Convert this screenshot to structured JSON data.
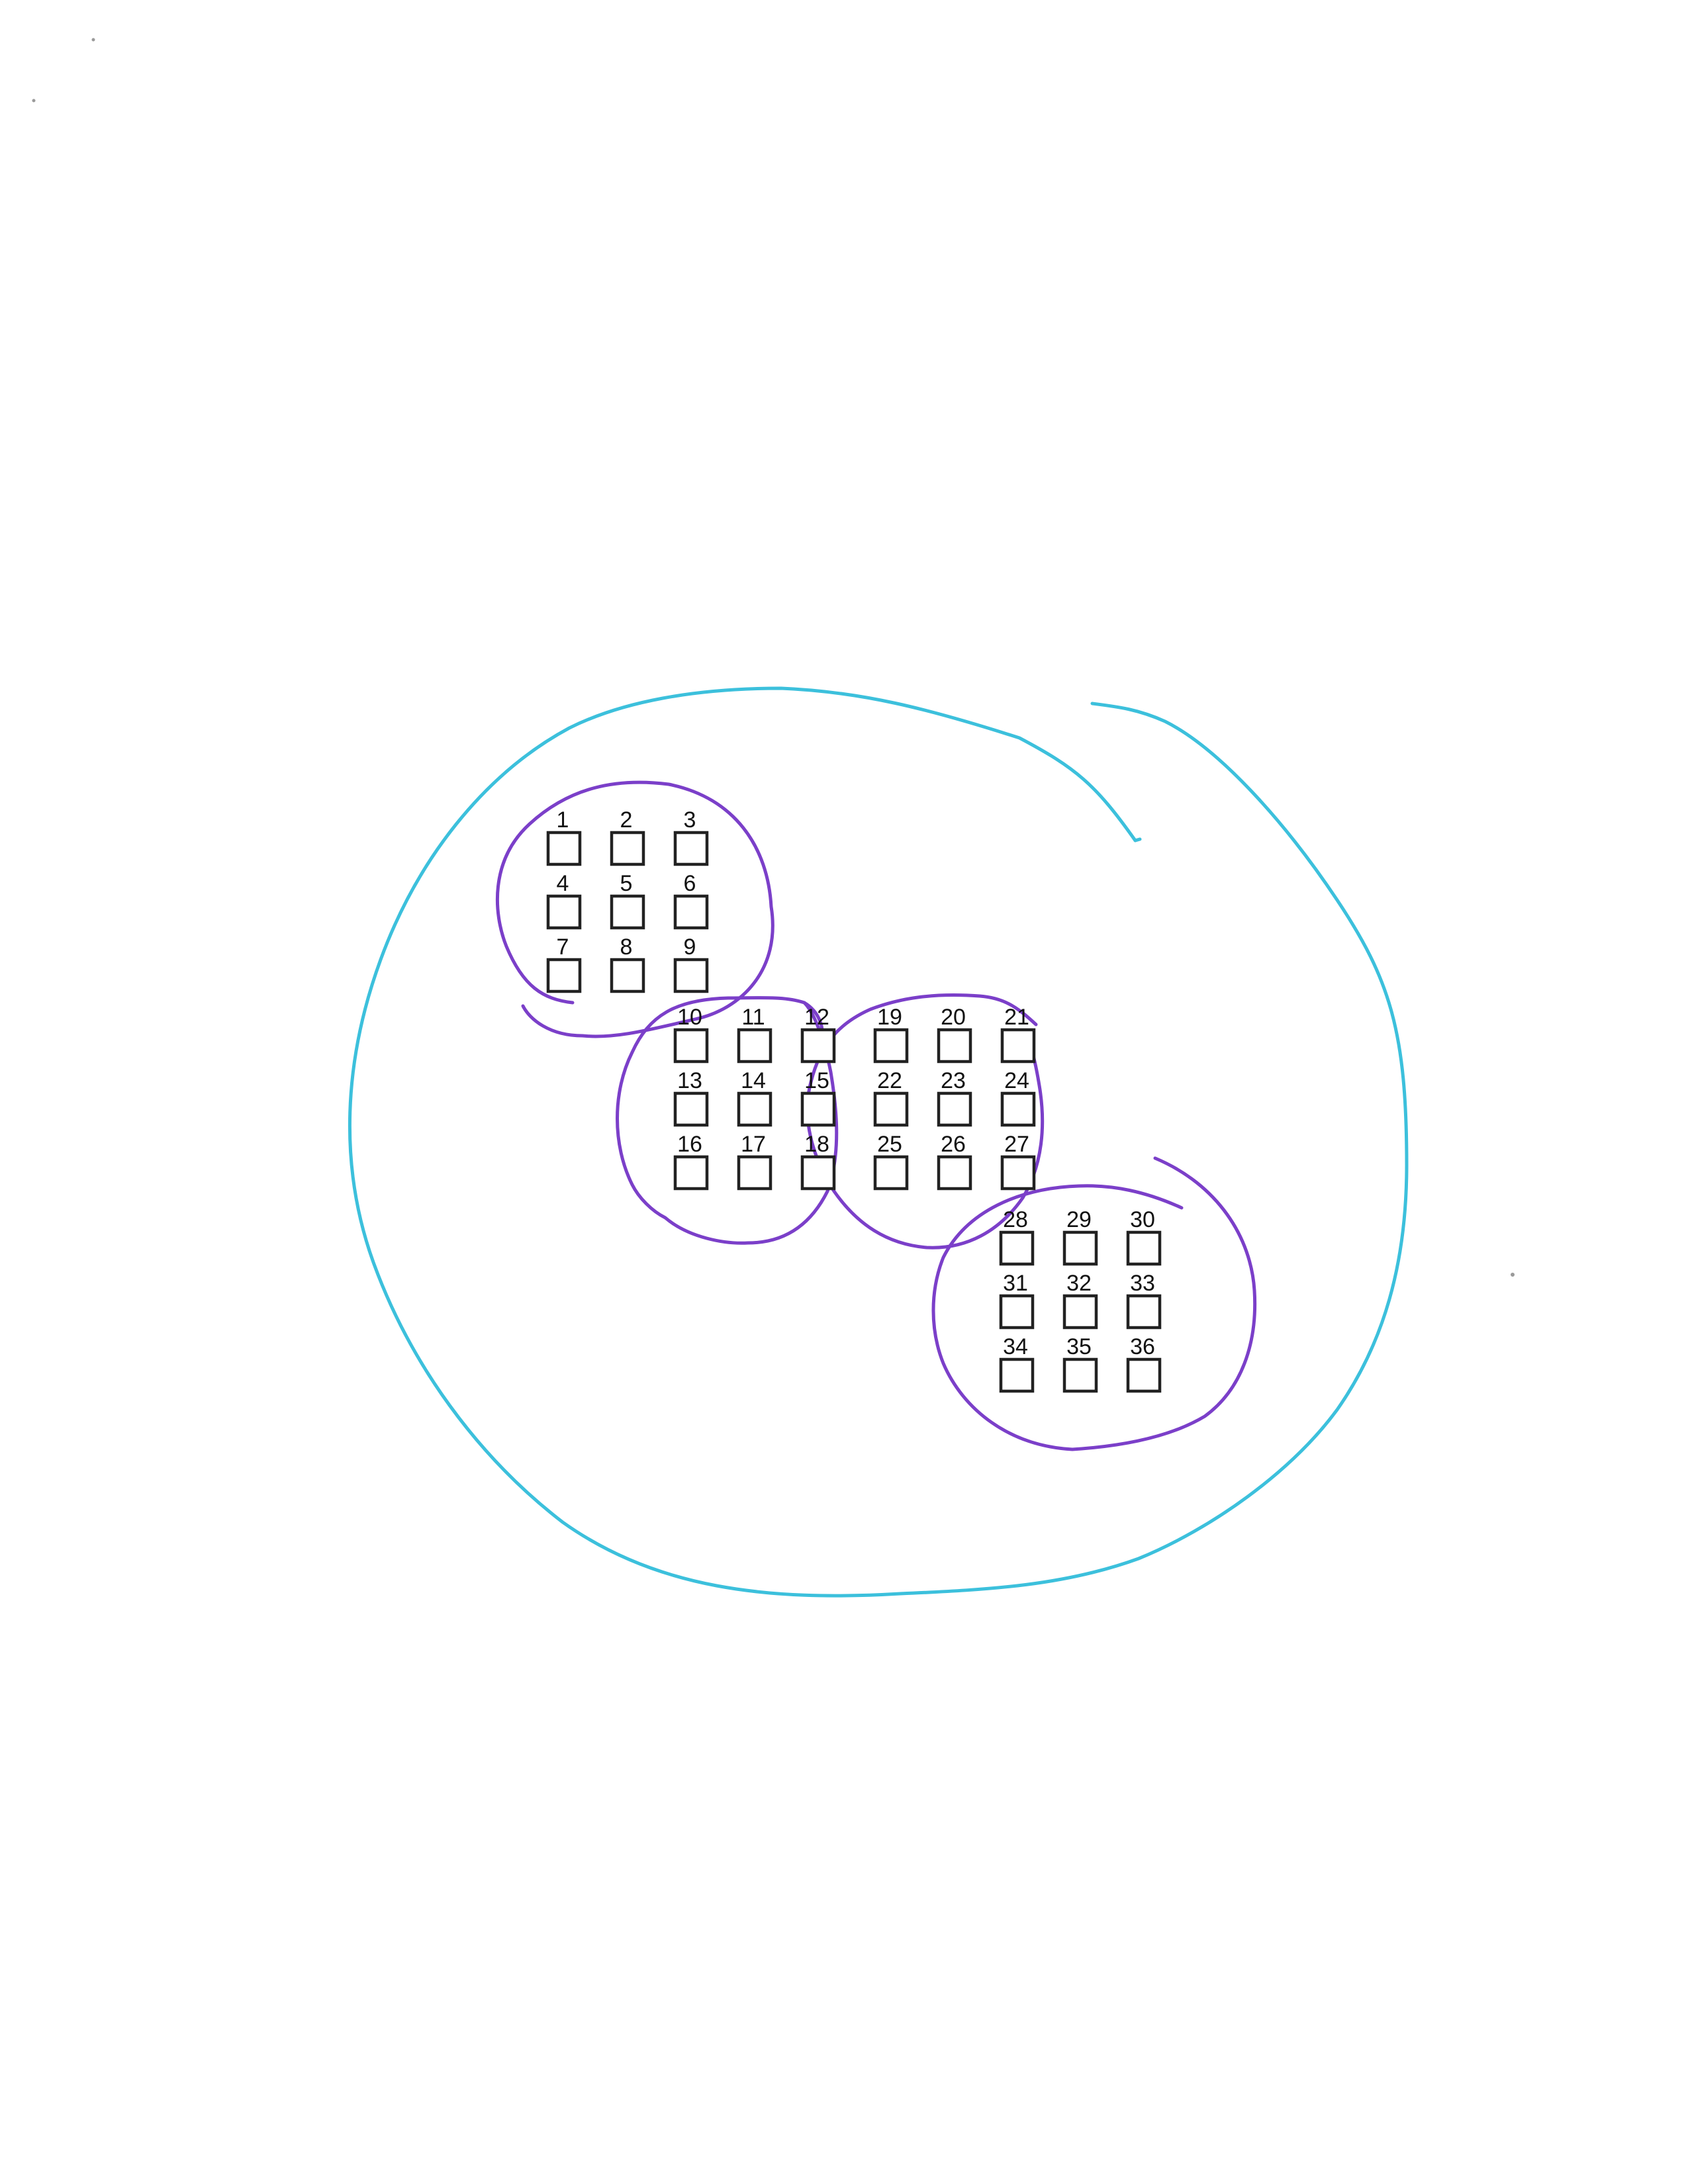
{
  "colors": {
    "background": "#ffffff",
    "outer_loop": "#3cc0dc",
    "group_loops": "#7b3fc9",
    "checkbox_stroke": "#222222",
    "label_text": "#111111"
  },
  "checkboxes": [
    {
      "label": "1",
      "group": "group-a",
      "checked": false
    },
    {
      "label": "2",
      "group": "group-a",
      "checked": false
    },
    {
      "label": "3",
      "group": "group-a",
      "checked": false
    },
    {
      "label": "4",
      "group": "group-a",
      "checked": false
    },
    {
      "label": "5",
      "group": "group-a",
      "checked": false
    },
    {
      "label": "6",
      "group": "group-a",
      "checked": false
    },
    {
      "label": "7",
      "group": "group-a",
      "checked": false
    },
    {
      "label": "8",
      "group": "group-a",
      "checked": false
    },
    {
      "label": "9",
      "group": "group-a",
      "checked": false
    },
    {
      "label": "10",
      "group": "group-b",
      "checked": false
    },
    {
      "label": "11",
      "group": "group-b",
      "checked": false
    },
    {
      "label": "12",
      "group": "group-b",
      "checked": false
    },
    {
      "label": "13",
      "group": "group-b",
      "checked": false
    },
    {
      "label": "14",
      "group": "group-b",
      "checked": false
    },
    {
      "label": "15",
      "group": "group-b",
      "checked": false
    },
    {
      "label": "16",
      "group": "group-b",
      "checked": false
    },
    {
      "label": "17",
      "group": "group-b",
      "checked": false
    },
    {
      "label": "18",
      "group": "group-b",
      "checked": false
    },
    {
      "label": "19",
      "group": "group-c",
      "checked": false
    },
    {
      "label": "20",
      "group": "group-c",
      "checked": false
    },
    {
      "label": "21",
      "group": "group-c",
      "checked": false
    },
    {
      "label": "22",
      "group": "group-c",
      "checked": false
    },
    {
      "label": "23",
      "group": "group-c",
      "checked": false
    },
    {
      "label": "24",
      "group": "group-c",
      "checked": false
    },
    {
      "label": "25",
      "group": "group-c",
      "checked": false
    },
    {
      "label": "26",
      "group": "group-c",
      "checked": false
    },
    {
      "label": "27",
      "group": "group-c",
      "checked": false
    },
    {
      "label": "28",
      "group": "group-d",
      "checked": false
    },
    {
      "label": "29",
      "group": "group-d",
      "checked": false
    },
    {
      "label": "30",
      "group": "group-d",
      "checked": false
    },
    {
      "label": "31",
      "group": "group-d",
      "checked": false
    },
    {
      "label": "32",
      "group": "group-d",
      "checked": false
    },
    {
      "label": "33",
      "group": "group-d",
      "checked": false
    },
    {
      "label": "34",
      "group": "group-d",
      "checked": false
    },
    {
      "label": "35",
      "group": "group-d",
      "checked": false
    },
    {
      "label": "36",
      "group": "group-d",
      "checked": false
    }
  ]
}
